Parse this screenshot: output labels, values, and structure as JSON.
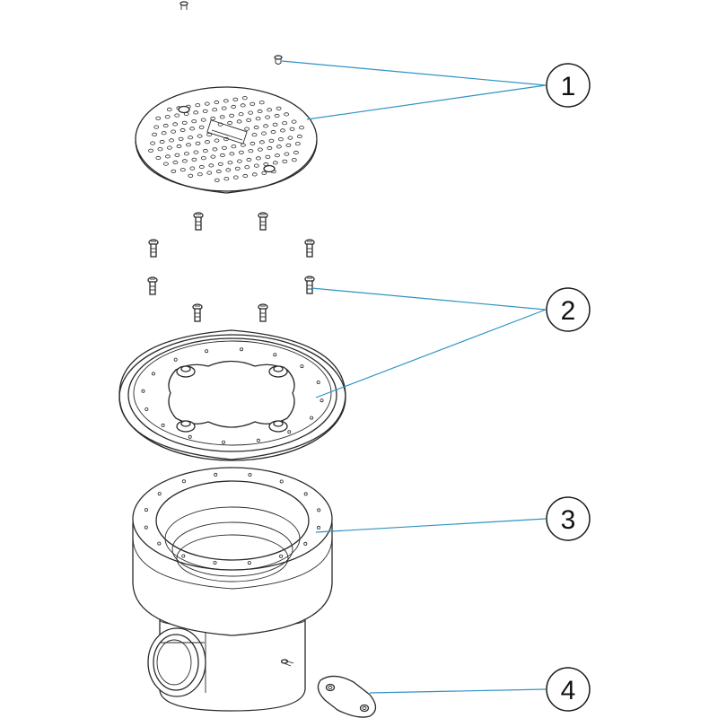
{
  "colors": {
    "line": "#2a2a2a",
    "leader": "#2f93c4",
    "background": "#ffffff"
  },
  "callouts": [
    {
      "label": "1"
    },
    {
      "label": "2"
    },
    {
      "label": "3"
    },
    {
      "label": "4"
    }
  ]
}
